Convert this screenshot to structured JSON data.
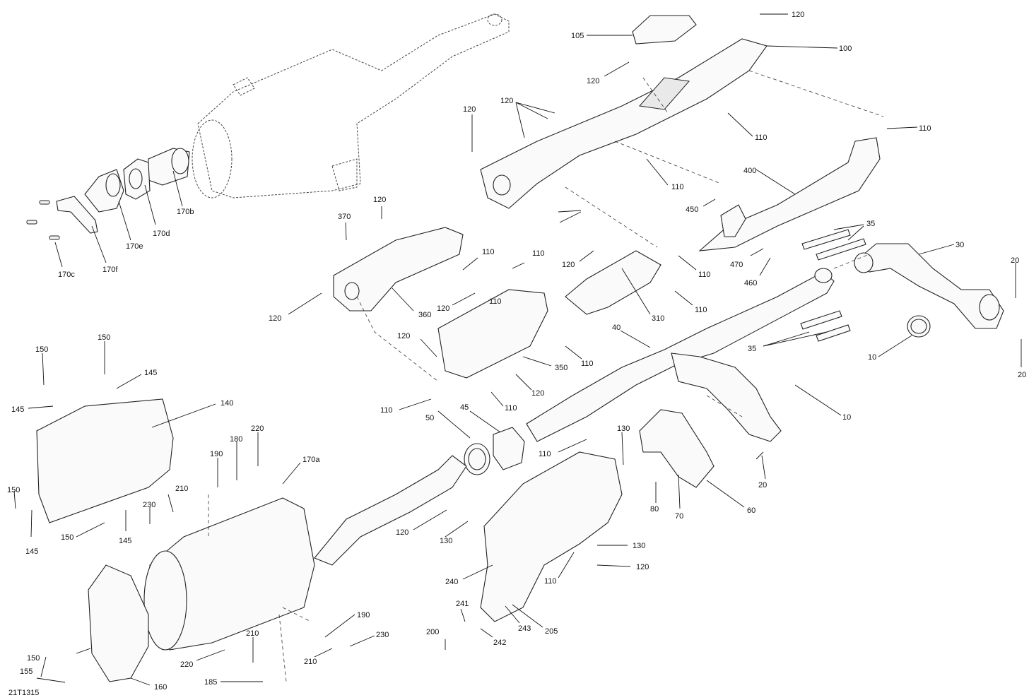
{
  "document_number": "21T1315",
  "callouts": [
    {
      "id": "c120a",
      "text": "120"
    },
    {
      "id": "c105",
      "text": "105"
    },
    {
      "id": "c100",
      "text": "100"
    },
    {
      "id": "c120b",
      "text": "120"
    },
    {
      "id": "c120c",
      "text": "120"
    },
    {
      "id": "c120d",
      "text": "120"
    },
    {
      "id": "c110a",
      "text": "110"
    },
    {
      "id": "c110b",
      "text": "110"
    },
    {
      "id": "c110c",
      "text": "110"
    },
    {
      "id": "c110d",
      "text": "110"
    },
    {
      "id": "c400",
      "text": "400"
    },
    {
      "id": "c450",
      "text": "450"
    },
    {
      "id": "c35a",
      "text": "35"
    },
    {
      "id": "c30",
      "text": "30"
    },
    {
      "id": "c20a",
      "text": "20"
    },
    {
      "id": "c470",
      "text": "470"
    },
    {
      "id": "c460",
      "text": "460"
    },
    {
      "id": "c170b",
      "text": "170b"
    },
    {
      "id": "c170d",
      "text": "170d"
    },
    {
      "id": "c170e",
      "text": "170e"
    },
    {
      "id": "c170f",
      "text": "170f"
    },
    {
      "id": "c170c",
      "text": "170c"
    },
    {
      "id": "c120e",
      "text": "120"
    },
    {
      "id": "c370",
      "text": "370"
    },
    {
      "id": "c110e",
      "text": "110"
    },
    {
      "id": "c110f",
      "text": "110"
    },
    {
      "id": "c120f",
      "text": "120"
    },
    {
      "id": "c110g",
      "text": "110"
    },
    {
      "id": "c110h",
      "text": "110"
    },
    {
      "id": "c120g",
      "text": "120"
    },
    {
      "id": "c360",
      "text": "360"
    },
    {
      "id": "c120h",
      "text": "120"
    },
    {
      "id": "c310",
      "text": "310"
    },
    {
      "id": "c40",
      "text": "40"
    },
    {
      "id": "c35b",
      "text": "35"
    },
    {
      "id": "c10a",
      "text": "10"
    },
    {
      "id": "c20b",
      "text": "20"
    },
    {
      "id": "c120i",
      "text": "120"
    },
    {
      "id": "c350",
      "text": "350"
    },
    {
      "id": "c110i",
      "text": "110"
    },
    {
      "id": "c110j",
      "text": "110"
    },
    {
      "id": "c120j",
      "text": "120"
    },
    {
      "id": "c110k",
      "text": "110"
    },
    {
      "id": "c10b",
      "text": "10"
    },
    {
      "id": "c150a",
      "text": "150"
    },
    {
      "id": "c150b",
      "text": "150"
    },
    {
      "id": "c145a",
      "text": "145"
    },
    {
      "id": "c145b",
      "text": "145"
    },
    {
      "id": "c140",
      "text": "140"
    },
    {
      "id": "c220a",
      "text": "220"
    },
    {
      "id": "c190a",
      "text": "190"
    },
    {
      "id": "c180",
      "text": "180"
    },
    {
      "id": "c170a",
      "text": "170a"
    },
    {
      "id": "c45",
      "text": "45"
    },
    {
      "id": "c50",
      "text": "50"
    },
    {
      "id": "c130a",
      "text": "130"
    },
    {
      "id": "c110l",
      "text": "110"
    },
    {
      "id": "c20c",
      "text": "20"
    },
    {
      "id": "c150c",
      "text": "150"
    },
    {
      "id": "c145c",
      "text": "145"
    },
    {
      "id": "c210a",
      "text": "210"
    },
    {
      "id": "c230a",
      "text": "230"
    },
    {
      "id": "c150d",
      "text": "150"
    },
    {
      "id": "c145d",
      "text": "145"
    },
    {
      "id": "c80",
      "text": "80"
    },
    {
      "id": "c70",
      "text": "70"
    },
    {
      "id": "c60",
      "text": "60"
    },
    {
      "id": "c120k",
      "text": "120"
    },
    {
      "id": "c130b",
      "text": "130"
    },
    {
      "id": "c130c",
      "text": "130"
    },
    {
      "id": "c120l",
      "text": "120"
    },
    {
      "id": "c110m",
      "text": "110"
    },
    {
      "id": "c240",
      "text": "240"
    },
    {
      "id": "c190b",
      "text": "190"
    },
    {
      "id": "c241",
      "text": "241"
    },
    {
      "id": "c243",
      "text": "243"
    },
    {
      "id": "c205",
      "text": "205"
    },
    {
      "id": "c150e",
      "text": "150"
    },
    {
      "id": "c210b",
      "text": "210"
    },
    {
      "id": "c230b",
      "text": "230"
    },
    {
      "id": "c200",
      "text": "200"
    },
    {
      "id": "c242",
      "text": "242"
    },
    {
      "id": "c220b",
      "text": "220"
    },
    {
      "id": "c210c",
      "text": "210"
    },
    {
      "id": "c155",
      "text": "155"
    },
    {
      "id": "c160",
      "text": "160"
    },
    {
      "id": "c185",
      "text": "185"
    }
  ]
}
